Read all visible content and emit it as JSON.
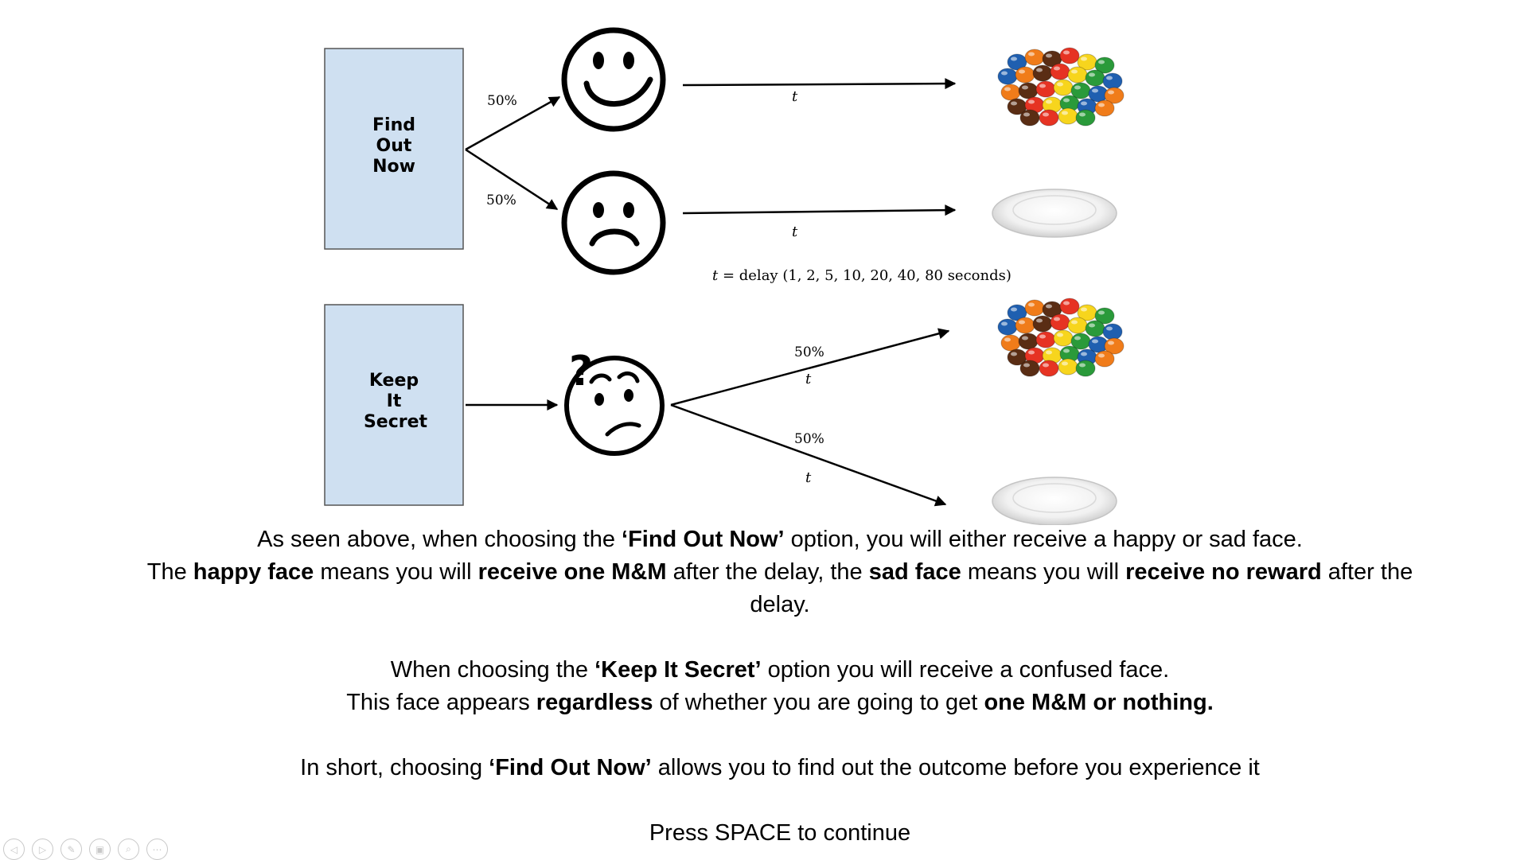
{
  "diagram": {
    "option_find": {
      "line1": "Find",
      "line2": "Out",
      "line3": "Now"
    },
    "option_secret": {
      "line1": "Keep",
      "line2": "It",
      "line3": "Secret"
    },
    "prob_happy": "50%",
    "prob_sad": "50%",
    "prob_mm": "50%",
    "prob_nothing": "50%",
    "t_label": "t",
    "delay_note_t": "t",
    "delay_note_text": " = delay (1, 2, 5, 10, 20, 40, 80 seconds)",
    "candy_colors": [
      "#e63323",
      "#f7d51d",
      "#2a9a3a",
      "#1f5fb0",
      "#f07c1a",
      "#5a2d14"
    ]
  },
  "instructions": {
    "p1": {
      "a": "As seen above, when choosing the ",
      "b": "‘Find Out Now’",
      "c": " option, you will either receive a happy or sad face.",
      "d": "The ",
      "e": "happy face",
      "f": " means you will ",
      "g": "receive one M&M",
      "h": " after the delay, the ",
      "i": "sad face",
      "j": " means you will ",
      "k": "receive no reward",
      "l": " after the delay."
    },
    "p2": {
      "a": "When choosing the ",
      "b": "‘Keep It Secret’",
      "c": " option you will receive a confused face.",
      "d": "This face appears ",
      "e": "regardless",
      "f": " of whether you are going to get ",
      "g": "one M&M or nothing."
    },
    "p3": {
      "a": "In short, choosing ",
      "b": "‘Find Out Now’",
      "c": " allows you to find out the outcome before you experience it"
    },
    "p4": "Press SPACE to continue"
  },
  "controls": [
    "previous-icon",
    "next-icon",
    "pen-icon",
    "slides-icon",
    "zoom-icon",
    "more-icon"
  ]
}
